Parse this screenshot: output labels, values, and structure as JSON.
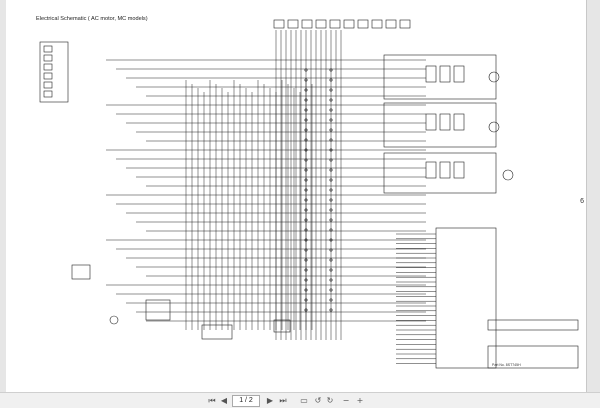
{
  "document": {
    "title": "Electrical Schematic ( AC motor, MC models)",
    "side_page_number": "6",
    "part_no_label": "Part No. 8ST745H"
  },
  "toolbar": {
    "first_page_icon": "first-page-icon",
    "prev_page_icon": "prev-page-icon",
    "page_value": "1 / 2",
    "next_page_icon": "next-page-icon",
    "last_page_icon": "last-page-icon",
    "fit_page_icon": "fit-page-icon",
    "rotate_ccw_icon": "rotate-ccw-icon",
    "rotate_cw_icon": "rotate-cw-icon",
    "zoom_out_icon": "zoom-out-icon",
    "zoom_in_icon": "zoom-in-icon",
    "icon_glyphs": {
      "first": "⏮",
      "prev": "◀",
      "next": "▶",
      "last": "⏭",
      "fit": "▭",
      "rotate_ccw": "↺",
      "rotate_cw": "↻",
      "zoom_out": "−",
      "zoom_in": "+"
    }
  },
  "colors": {
    "background": "#e6e6e6",
    "page": "#ffffff",
    "lines": "#222222",
    "toolbar": "#f0f0f0"
  }
}
